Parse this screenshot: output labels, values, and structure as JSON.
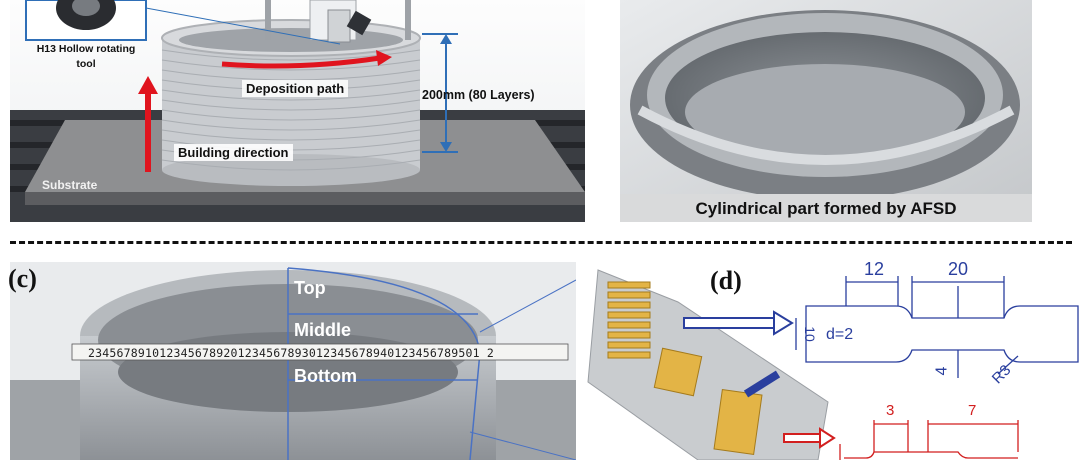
{
  "panel_a": {
    "tool_label": "H13 Hollow rotating tool",
    "deposition_label": "Deposition path",
    "height_label": "200mm (80 Layers)",
    "building_label": "Building direction",
    "substrate_label": "Substrate"
  },
  "panel_b": {
    "caption": "Cylindrical part formed by AFSD"
  },
  "panel_c": {
    "letter": "(c)",
    "top_label": "Top",
    "middle_label": "Middle",
    "bottom_label": "Bottom",
    "ruler_text": "2345678910123456789201234567893012345678940123456789501 2"
  },
  "panel_d": {
    "letter": "(d)",
    "dim_12": "12",
    "dim_20": "20",
    "dim_10": "10",
    "thickness": "d=2",
    "dim_4": "4",
    "dim_r3": "R3",
    "dim_3": "3",
    "dim_7": "7"
  },
  "colors": {
    "blue_dim": "#2a3f9e",
    "red_dim": "#d21f1f",
    "arrow_red": "#e0141e"
  }
}
